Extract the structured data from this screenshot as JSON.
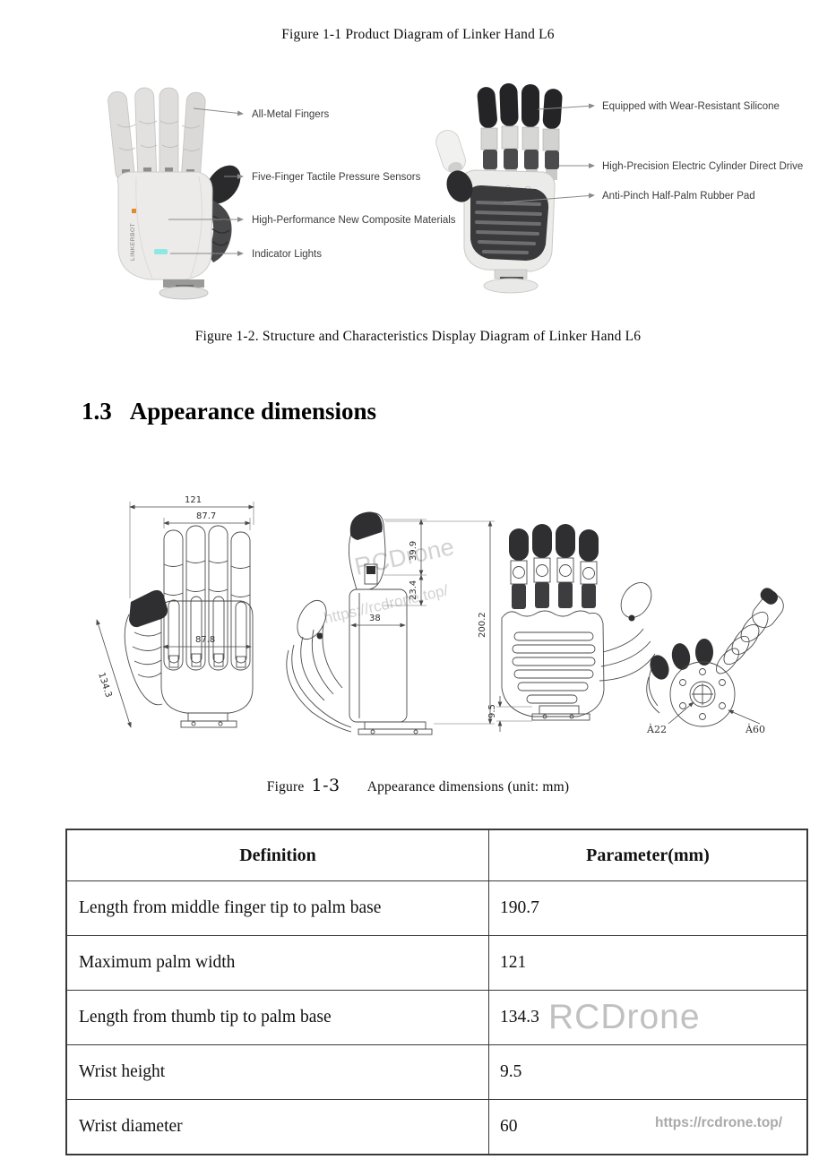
{
  "captions": {
    "fig1": "Figure 1-1 Product Diagram of Linker Hand L6",
    "fig2": "Figure 1-2. Structure and Characteristics Display Diagram of Linker Hand L6",
    "fig3_prefix": "Figure",
    "fig3_number": "1-3",
    "fig3_text": "Appearance dimensions (unit: mm)"
  },
  "heading": {
    "number": "1.3",
    "title": "Appearance dimensions"
  },
  "figure2": {
    "left_labels": [
      "All-Metal Fingers",
      "Five-Finger Tactile Pressure Sensors",
      "High-Performance New Composite Materials",
      "Indicator Lights"
    ],
    "right_labels": [
      "Equipped with Wear-Resistant Silicone",
      "High-Precision Electric Cylinder Direct Drive",
      "Anti-Pinch Half-Palm Rubber Pad"
    ],
    "logo_text": "LINKERBOT",
    "indicator_color": "#8ce8e2"
  },
  "figure3": {
    "dims": {
      "palm_total_width": "121",
      "finger_span": "87.7",
      "palm_width": "87.8",
      "thumb_length": "134.3",
      "finger_tip_len": "39.9",
      "finger_mid_len": "23.4",
      "body_depth": "38",
      "total_height": "200.2",
      "wrist_height": "9.5",
      "bolt_circle_dia": "Ȧ22",
      "flange_dia": "Ȧ60"
    }
  },
  "table": {
    "headers": [
      "Definition",
      "Parameter(mm)"
    ],
    "rows": [
      {
        "definition": "Length from middle finger tip to palm base",
        "parameter": "190.7"
      },
      {
        "definition": "Maximum palm width",
        "parameter": "121"
      },
      {
        "definition": "Length from thumb tip to palm base",
        "parameter": "134.3"
      },
      {
        "definition": "Wrist height",
        "parameter": "9.5"
      },
      {
        "definition": "Wrist diameter",
        "parameter": "60"
      }
    ]
  },
  "watermarks": {
    "brand": "RCDrone",
    "url": "https://rcdrone.top/"
  }
}
